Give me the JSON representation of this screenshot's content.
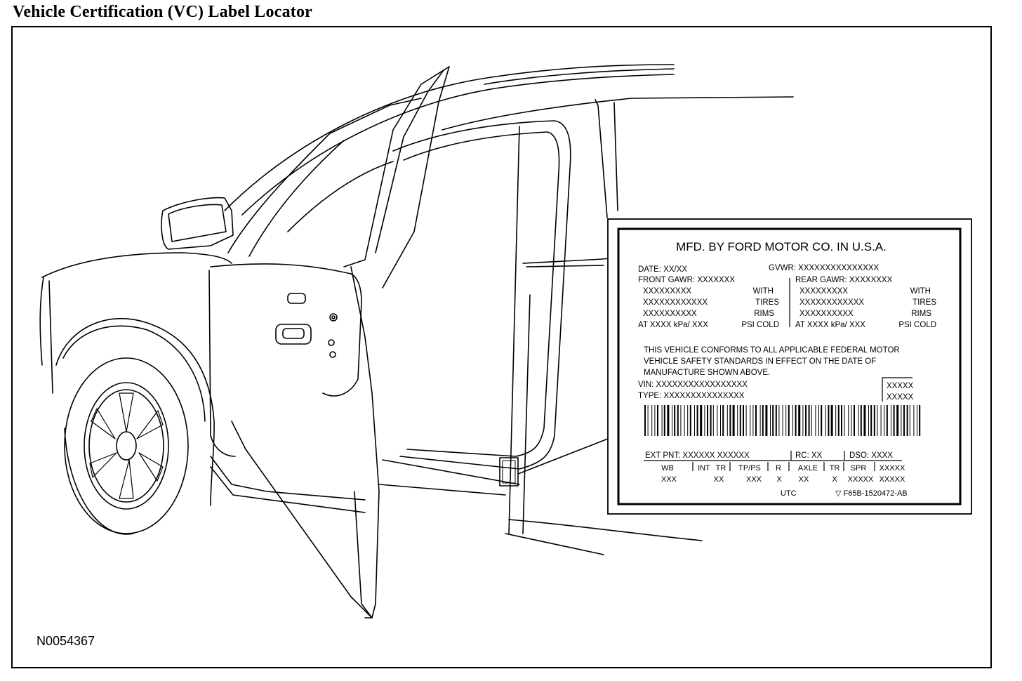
{
  "title": "Vehicle Certification (VC) Label Locator",
  "figure_id": "N0054367",
  "label": {
    "header": "MFD. BY FORD MOTOR CO. IN U.S.A.",
    "date": "DATE: XX/XX",
    "gvwr": "GVWR: XXXXXXXXXXXXXXX",
    "front_gawr": "FRONT GAWR: XXXXXXX",
    "rear_gawr": "REAR GAWR: XXXXXXXX",
    "front_lines": [
      "XXXXXXXXX",
      "XXXXXXXXXXXX",
      "XXXXXXXXXX"
    ],
    "rear_lines": [
      "XXXXXXXXX",
      "XXXXXXXXXXXX",
      "XXXXXXXXXX"
    ],
    "tire_words": [
      "WITH",
      "TIRES",
      "RIMS"
    ],
    "at_text": "AT   XXXX  kPa/ XXX",
    "psi_cold": "PSI COLD",
    "conform_lines": [
      "THIS VEHICLE CONFORMS TO ALL APPLICABLE FEDERAL MOTOR",
      "VEHICLE SAFETY STANDARDS IN EFFECT ON THE DATE OF",
      "MANUFACTURE SHOWN ABOVE."
    ],
    "vin": "VIN:  XXXXXXXXXXXXXXXXX",
    "type": "TYPE: XXXXXXXXXXXXXXX",
    "box_codes": [
      "XXXXX",
      "XXXXX"
    ],
    "ext_pnt": "EXT PNT:  XXXXXX XXXXXX",
    "rc": "RC:  XX",
    "dso": "DSO: XXXX",
    "table_headers": [
      "WB",
      "INT",
      "TR",
      "TP/PS",
      "R",
      "AXLE",
      "TR",
      "SPR",
      "XXXXX"
    ],
    "table_values": [
      "XXX",
      "XX",
      "XXX",
      "X",
      "XX",
      "X",
      "XXXXX",
      "XXXXX"
    ],
    "utc": "UTC",
    "part_number": "▽  F65B-1520472-AB"
  }
}
